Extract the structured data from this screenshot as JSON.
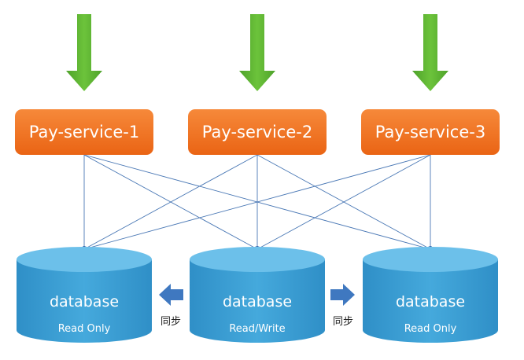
{
  "colors": {
    "arrow_green": "#5cb531",
    "service_orange": "#f0741d",
    "database_blue": "#3b9fd3",
    "database_top": "#6cc0ea",
    "link_blue": "#4a78b5",
    "sync_arrow": "#3f78c0"
  },
  "services": [
    {
      "label": "Pay-service-1"
    },
    {
      "label": "Pay-service-2"
    },
    {
      "label": "Pay-service-3"
    }
  ],
  "databases": [
    {
      "label": "database",
      "mode": "Read Only"
    },
    {
      "label": "database",
      "mode": "Read/Write"
    },
    {
      "label": "database",
      "mode": "Read Only"
    }
  ],
  "sync": [
    {
      "label": "同步",
      "direction": "left"
    },
    {
      "label": "同步",
      "direction": "right"
    }
  ]
}
